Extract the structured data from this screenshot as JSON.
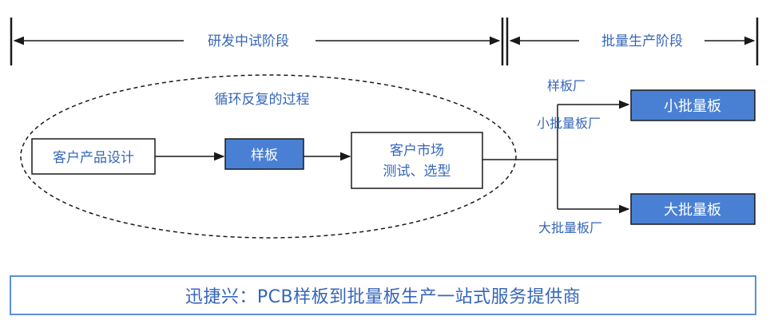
{
  "phases": {
    "rd": "研发中试阶段",
    "mass": "批量生产阶段"
  },
  "loop_label": "循环反复的过程",
  "nodes": {
    "design": "客户产品设计",
    "sample": "样板",
    "market_line1": "客户市场",
    "market_line2": "测试、选型",
    "small_batch": "小批量板",
    "large_batch": "大批量板"
  },
  "branch_labels": {
    "sample_factory": "样板厂",
    "small_factory": "小批量板厂",
    "large_factory": "大批量板厂"
  },
  "banner": "迅捷兴：PCB样板到批量板生产一站式服务提供商",
  "colors": {
    "accent_blue": "#4a80d4",
    "text_blue": "#3566b8",
    "line": "#1a1a1a"
  }
}
